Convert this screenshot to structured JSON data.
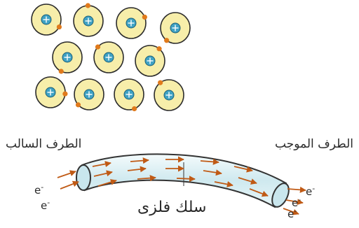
{
  "labels": {
    "negative_terminal": "الطرف السالب",
    "positive_terminal": "الطرف الموجب",
    "wire": "سلك فلزى",
    "electron": "e",
    "electron_charge": "-"
  },
  "colors": {
    "atom_fill": "#f7eeaa",
    "atom_stroke": "#2b2b2b",
    "nucleus_fill": "#3fa2c4",
    "electron_dot": "#e07a1c",
    "wire_fill": "#dff1f4",
    "wire_stroke": "#333333",
    "arrow": "#c05a15"
  }
}
